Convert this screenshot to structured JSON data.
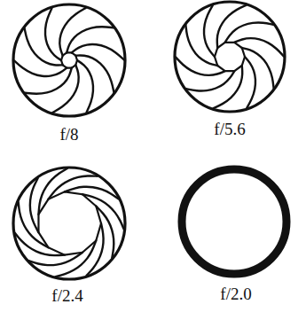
{
  "diagram": {
    "labels": [
      "f/8",
      "f/5.6",
      "f/2.4",
      "f/2.0"
    ]
  }
}
